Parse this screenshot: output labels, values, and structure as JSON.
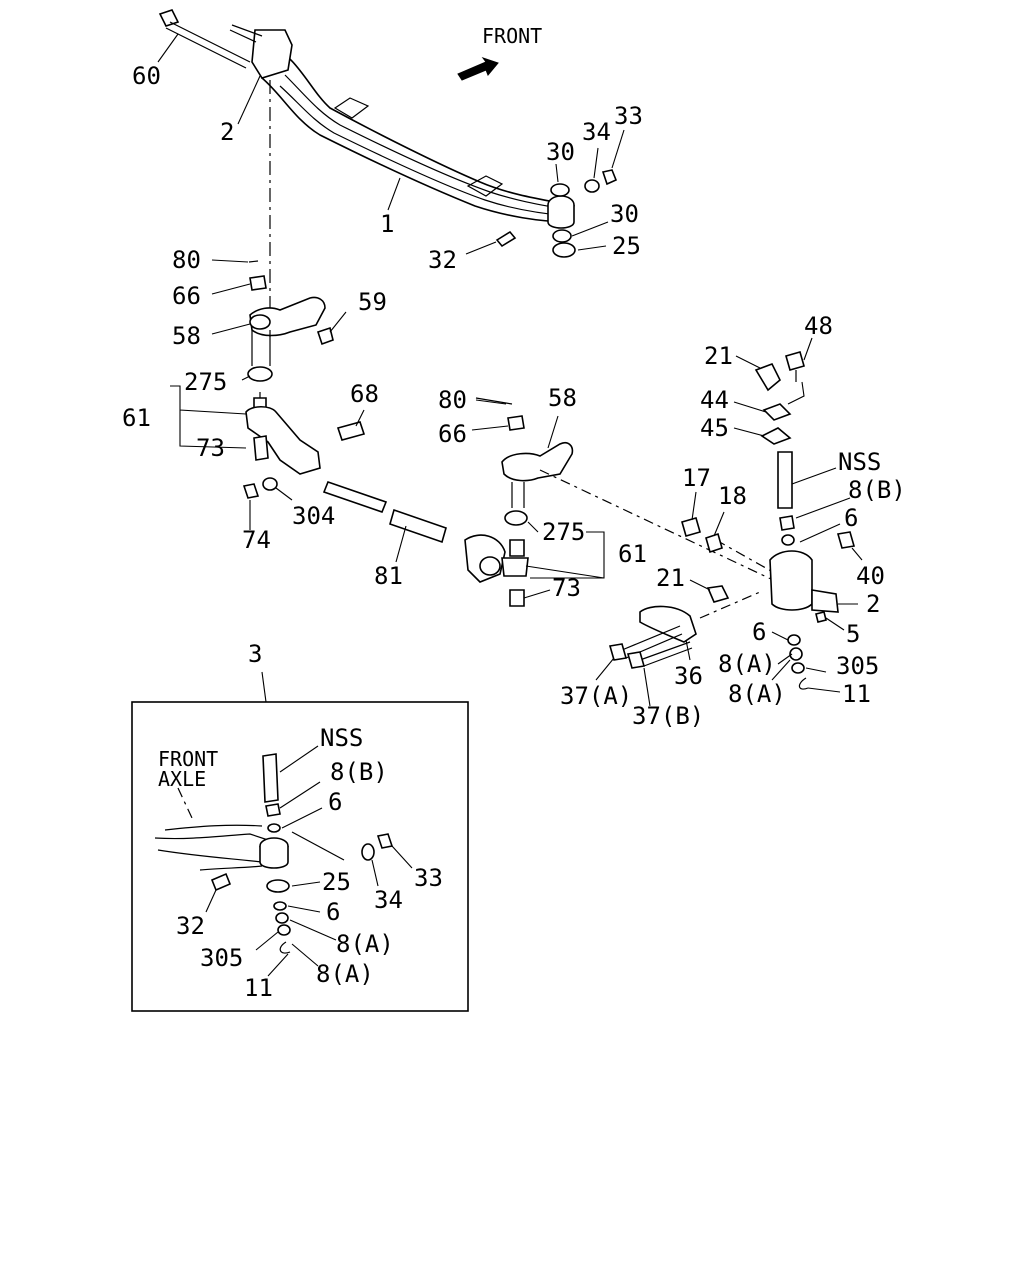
{
  "diagram": {
    "direction_label": "FRONT",
    "labels": [
      {
        "id": "l60",
        "text": "60"
      },
      {
        "id": "l2a",
        "text": "2"
      },
      {
        "id": "l1",
        "text": "1"
      },
      {
        "id": "l30a",
        "text": "30"
      },
      {
        "id": "l34a",
        "text": "34"
      },
      {
        "id": "l33a",
        "text": "33"
      },
      {
        "id": "l30b",
        "text": "30"
      },
      {
        "id": "l25a",
        "text": "25"
      },
      {
        "id": "l32a",
        "text": "32"
      },
      {
        "id": "l80a",
        "text": "80"
      },
      {
        "id": "l66a",
        "text": "66"
      },
      {
        "id": "l59",
        "text": "59"
      },
      {
        "id": "l58a",
        "text": "58"
      },
      {
        "id": "l275a",
        "text": "275"
      },
      {
        "id": "l61a",
        "text": "61"
      },
      {
        "id": "l73a",
        "text": "73"
      },
      {
        "id": "l68",
        "text": "68"
      },
      {
        "id": "l74",
        "text": "74"
      },
      {
        "id": "l304",
        "text": "304"
      },
      {
        "id": "l81",
        "text": "81"
      },
      {
        "id": "l80b",
        "text": "80"
      },
      {
        "id": "l58b",
        "text": "58"
      },
      {
        "id": "l66b",
        "text": "66"
      },
      {
        "id": "l275b",
        "text": "275"
      },
      {
        "id": "l61b",
        "text": "61"
      },
      {
        "id": "l73b",
        "text": "73"
      },
      {
        "id": "l21a",
        "text": "21"
      },
      {
        "id": "l48",
        "text": "48"
      },
      {
        "id": "l44",
        "text": "44"
      },
      {
        "id": "l45",
        "text": "45"
      },
      {
        "id": "lnssa",
        "text": "NSS"
      },
      {
        "id": "l8ba",
        "text": "8(B)"
      },
      {
        "id": "l17",
        "text": "17"
      },
      {
        "id": "l18",
        "text": "18"
      },
      {
        "id": "l6a",
        "text": "6"
      },
      {
        "id": "l40",
        "text": "40"
      },
      {
        "id": "l21b",
        "text": "21"
      },
      {
        "id": "l2b",
        "text": "2"
      },
      {
        "id": "l5",
        "text": "5"
      },
      {
        "id": "l6b",
        "text": "6"
      },
      {
        "id": "l8aa",
        "text": "8(A)"
      },
      {
        "id": "l305a",
        "text": "305"
      },
      {
        "id": "l8ab",
        "text": "8(A)"
      },
      {
        "id": "l11a",
        "text": "11"
      },
      {
        "id": "l36",
        "text": "36"
      },
      {
        "id": "l37a",
        "text": "37(A)"
      },
      {
        "id": "l37b",
        "text": "37(B)"
      },
      {
        "id": "l3",
        "text": "3"
      }
    ],
    "inset": {
      "title_line1": "FRONT",
      "title_line2": "AXLE",
      "labels": [
        {
          "id": "i_nss",
          "text": "NSS"
        },
        {
          "id": "i_8b",
          "text": "8(B)"
        },
        {
          "id": "i_6a",
          "text": "6"
        },
        {
          "id": "i_33",
          "text": "33"
        },
        {
          "id": "i_34",
          "text": "34"
        },
        {
          "id": "i_25",
          "text": "25"
        },
        {
          "id": "i_6b",
          "text": "6"
        },
        {
          "id": "i_32",
          "text": "32"
        },
        {
          "id": "i_8aa",
          "text": "8(A)"
        },
        {
          "id": "i_305",
          "text": "305"
        },
        {
          "id": "i_8ab",
          "text": "8(A)"
        },
        {
          "id": "i_11",
          "text": "11"
        }
      ]
    }
  }
}
